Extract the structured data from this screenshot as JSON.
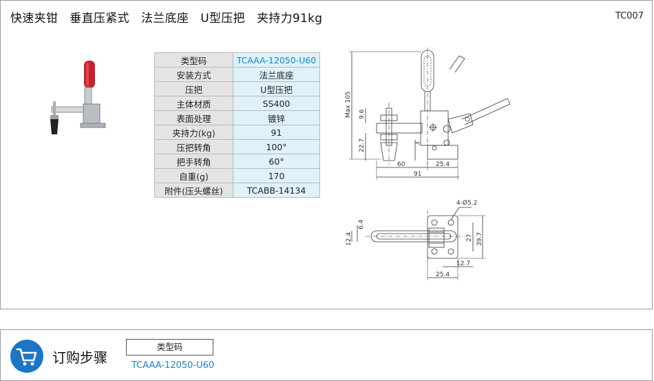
{
  "header": {
    "title": "快速夹钳   垂直压紧式   法兰底座   U型压把   夹持力91kg",
    "code": "TC007"
  },
  "spec_table": {
    "rows": [
      {
        "label": "类型码",
        "value": "TCAAA-12050-U60"
      },
      {
        "label": "安装方式",
        "value": "法兰底座"
      },
      {
        "label": "压把",
        "value": "U型压把"
      },
      {
        "label": "主体材质",
        "value": "SS400"
      },
      {
        "label": "表面处理",
        "value": "镀锌"
      },
      {
        "label": "夹持力(kg)",
        "value": "91"
      },
      {
        "label": "压把转角",
        "value": "100°"
      },
      {
        "label": "把手转角",
        "value": "60°"
      },
      {
        "label": "自重(g)",
        "value": "170"
      },
      {
        "label": "附件(压头螺丝)",
        "value": "TCABB-14134"
      }
    ]
  },
  "drawing": {
    "dims_side": {
      "max_height": "Max 105",
      "d96": "9.6",
      "d227": "22.7",
      "d3": "3",
      "d60": "60",
      "d254": "25.4",
      "d91": "91"
    },
    "dims_top": {
      "holes": "4-Ø5.2",
      "d64": "6.4",
      "d124": "12.4",
      "d27": "27",
      "d397": "39.7",
      "d127": "12.7",
      "d254": "25.4"
    }
  },
  "order": {
    "title": "订购步骤",
    "table_header": "类型码",
    "value": "TCAAA-12050-U60"
  },
  "colors": {
    "accent_blue": "#1c83c6",
    "cart_blue": "#1b76c7",
    "handle_red": "#c8202a",
    "table_key_bg": "#e4e4e4",
    "table_value_bg": "#dff1fb"
  }
}
